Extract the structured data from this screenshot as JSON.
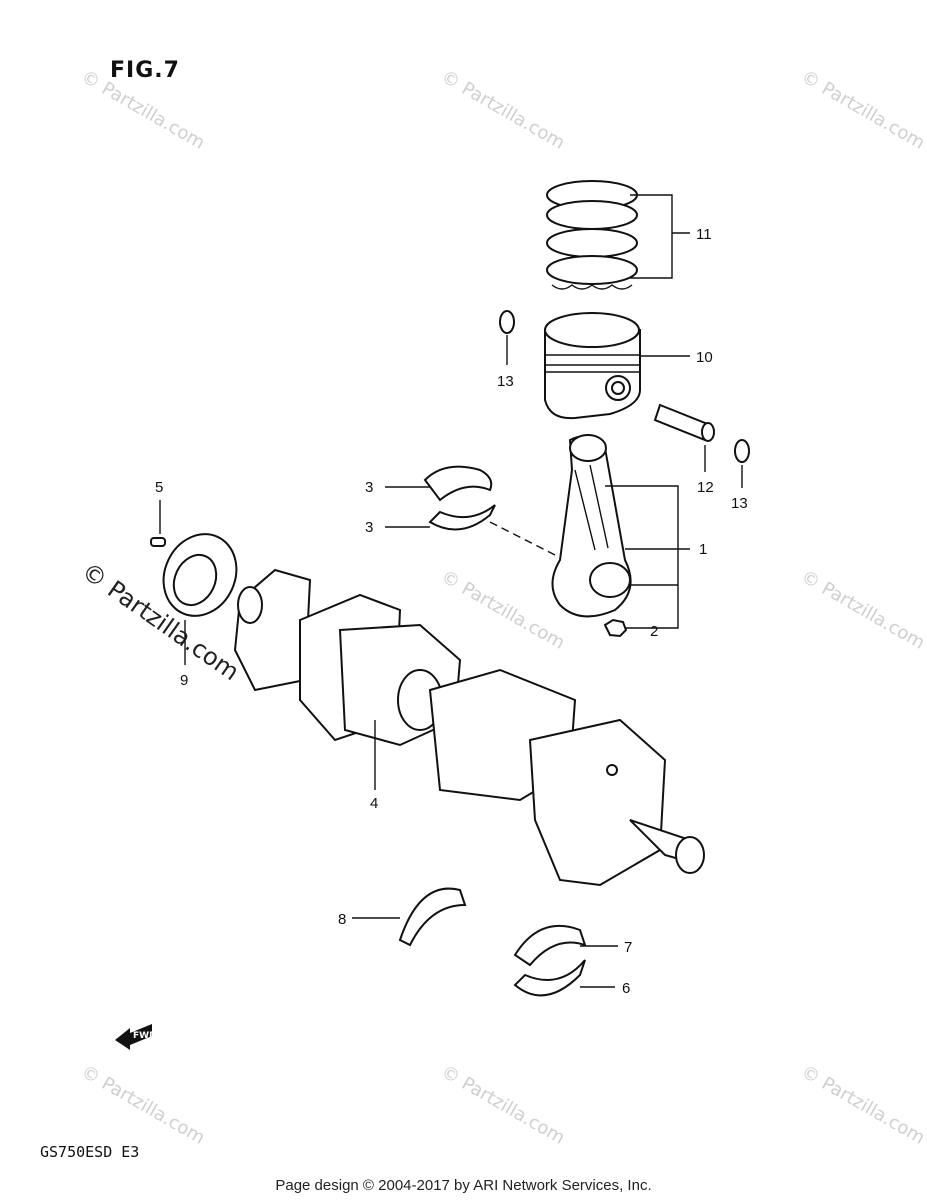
{
  "figure": {
    "title": "FIG.7",
    "model_code": "GS750ESD  E3",
    "footer": "Page design © 2004-2017 by ARI Network Services, Inc.",
    "forward_label": "FWD",
    "watermark": "© Partzilla.com"
  },
  "callouts": [
    "1",
    "2",
    "3",
    "3",
    "4",
    "5",
    "6",
    "7",
    "8",
    "9",
    "10",
    "11",
    "12",
    "13",
    "13"
  ]
}
